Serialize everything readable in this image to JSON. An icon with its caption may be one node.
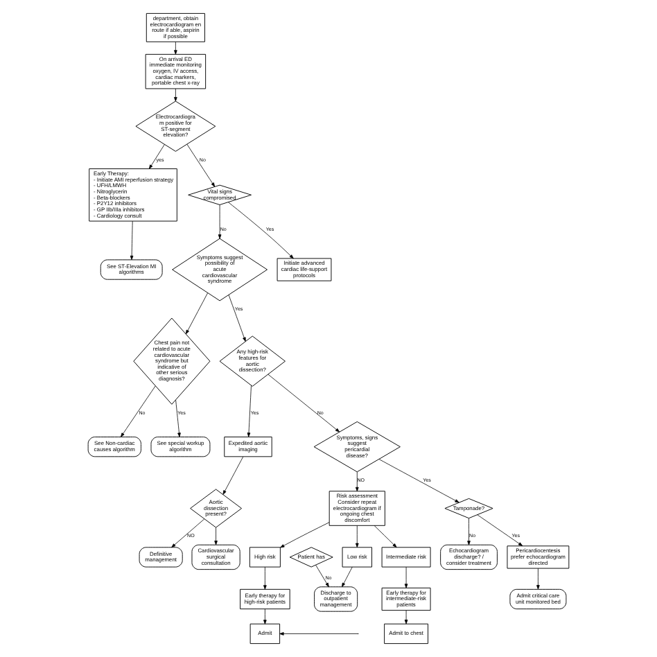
{
  "diagram": {
    "nodes": [
      {
        "text": [
          "department, obtain electrocardiogram en route if able, aspirin if possible"
        ]
      },
      {
        "text": [
          "On arrival ED immediate monitoring oxygen, IV access, cardiac markers, portable chest x-ray"
        ]
      },
      {
        "text": [
          "Electrocardiogram positive for ST-segment elevation?"
        ]
      },
      {
        "text": [
          "Early Therapy: - Initiate AMI reperfusion strategy - UFH/LMWH - Nitroglycerin - Beta-blockers - P2Y12 inhibitors - GP IIb/IIIa inhibitors - Cardiology consult"
        ]
      },
      {
        "text": [
          "See ST-Elevation MI algorithms"
        ]
      },
      {
        "text": [
          "Vital signs compromised"
        ]
      },
      {
        "text": [
          "Initiate advanced cardiac life-support protocols"
        ]
      },
      {
        "text": [
          "Symptoms suggest possibility of acute cardiovascular syndrome"
        ]
      },
      {
        "text": [
          "Chest pain not related to acute cardiovascular syndrome but indicative of other serious diagnosis?"
        ]
      },
      {
        "text": [
          "See Non-cardiac causes algorithm"
        ]
      },
      {
        "text": [
          "See special workup algorithm"
        ]
      },
      {
        "text": [
          "Any high-risk features for aortic dissection?"
        ]
      },
      {
        "text": [
          "Expedited aortic imaging"
        ]
      },
      {
        "text": [
          "Aortic dissection present?"
        ]
      },
      {
        "text": [
          "Cardiovascular surgical consultation"
        ]
      },
      {
        "text": [
          "Definitive management"
        ]
      },
      {
        "text": [
          "Symptoms, signs suggest pericardial disease?"
        ]
      },
      {
        "text": [
          "Tamponade?"
        ]
      },
      {
        "text": [
          "Pericardiocentesis prefer echocardiogram directed"
        ]
      },
      {
        "text": [
          "Admit critical care unit monitored bed"
        ]
      },
      {
        "text": [
          "Echocardiogram discharge? / consider treatment"
        ]
      },
      {
        "text": [
          "Risk assessment Consider repeat electrocardiogram if ongoing chest discomfort"
        ]
      },
      {
        "text": [
          "High risk"
        ]
      },
      {
        "text": [
          "Intermediate risk"
        ]
      },
      {
        "text": [
          "Low risk"
        ]
      },
      {
        "text": [
          "Early therapy for high-risk patients"
        ]
      },
      {
        "text": [
          "Early therapy for intermediate-risk patients"
        ]
      },
      {
        "text": [
          "Discharge to outpatient management"
        ]
      },
      {
        "text": [
          "Admit"
        ]
      },
      {
        "text": [
          "Admit to chest"
        ]
      },
      {
        "text": [
          "Patient has"
        ]
      }
    ],
    "edges": [
      {
        "from": 0,
        "to": 1,
        "arrow": "to"
      },
      {
        "from": 1,
        "to": 2,
        "arrow": "to"
      },
      {
        "from": 2,
        "to": 3,
        "arrow": "to",
        "label": "yes"
      },
      {
        "from": 3,
        "to": 4,
        "arrow": "to"
      },
      {
        "from": 2,
        "to": 5,
        "arrow": "to",
        "label": "No"
      },
      {
        "from": 5,
        "to": 6,
        "arrow": "to",
        "label": "Yes"
      },
      {
        "from": 5,
        "to": 7,
        "arrow": "to",
        "label": "No"
      },
      {
        "from": 7,
        "to": 8,
        "arrow": "to"
      },
      {
        "from": 7,
        "to": 11,
        "arrow": "to",
        "label": "Yes"
      },
      {
        "from": 8,
        "to": 9,
        "arrow": "to",
        "label": "No"
      },
      {
        "from": 8,
        "to": 10,
        "arrow": "to",
        "label": "Yes"
      },
      {
        "from": 11,
        "to": 12,
        "arrow": "to",
        "label": "Yes"
      },
      {
        "from": 12,
        "to": 13,
        "arrow": "to"
      },
      {
        "from": 13,
        "to": 14,
        "arrow": "to"
      },
      {
        "from": 13,
        "to": 15,
        "arrow": "to",
        "label": "NO"
      },
      {
        "from": 11,
        "to": 16,
        "arrow": "to",
        "label": "No"
      },
      {
        "from": 16,
        "to": 17,
        "arrow": "to",
        "label": "Yes"
      },
      {
        "from": 17,
        "to": 18,
        "arrow": "to",
        "label": "Yes"
      },
      {
        "from": 18,
        "to": 19,
        "arrow": "to"
      },
      {
        "from": 17,
        "to": 20,
        "arrow": "to",
        "label": "No"
      },
      {
        "from": 16,
        "to": 21,
        "arrow": "to",
        "label": "NO"
      },
      {
        "from": 21,
        "to": 22,
        "arrow": "to"
      },
      {
        "from": 21,
        "to": 23,
        "arrow": "to"
      },
      {
        "from": 21,
        "to": 24,
        "arrow": "to"
      },
      {
        "from": 22,
        "to": 25,
        "arrow": "to"
      },
      {
        "from": 23,
        "to": 26,
        "arrow": "to"
      },
      {
        "from": 24,
        "to": 27,
        "arrow": "to"
      },
      {
        "from": 25,
        "to": 28,
        "arrow": "to"
      },
      {
        "from": 26,
        "to": 29,
        "arrow": "to"
      },
      {
        "from": 30,
        "to": 27,
        "arrow": "to",
        "label": "No"
      },
      {
        "from": null,
        "to": 28,
        "arrow": "to"
      }
    ]
  }
}
